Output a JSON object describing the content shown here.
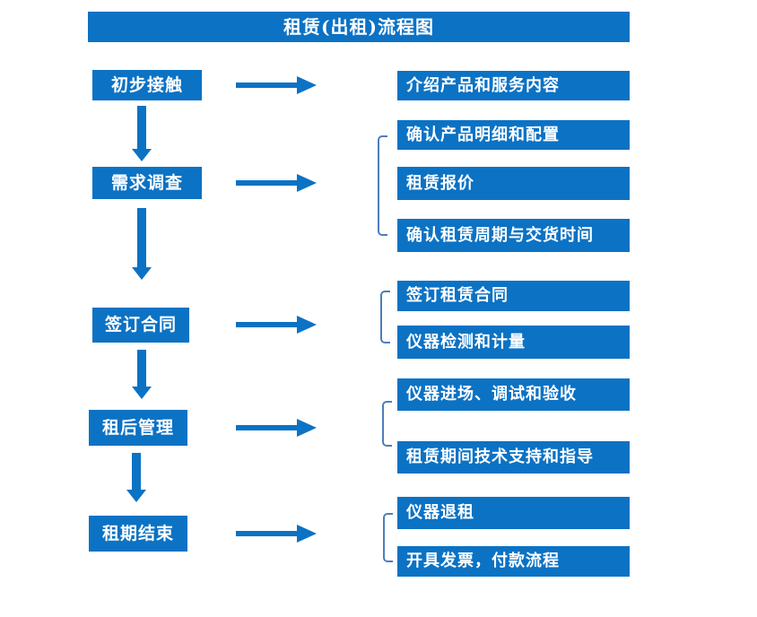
{
  "title": "租赁(出租)流程图",
  "colors": {
    "primary": "#0C72C4",
    "bracket": "#4D7EBD",
    "text-on-primary": "#FFFFFF",
    "canvas-bg": "#FFFFFF"
  },
  "steps": [
    {
      "label": "初步接触",
      "details": [
        "介绍产品和服务内容"
      ]
    },
    {
      "label": "需求调查",
      "details": [
        "确认产品明细和配置",
        "租赁报价",
        "确认租赁周期与交货时间"
      ]
    },
    {
      "label": "签订合同",
      "details": [
        "签订租赁合同",
        "仪器检测和计量"
      ]
    },
    {
      "label": "租后管理",
      "details": [
        "仪器进场、调试和验收",
        "租赁期间技术支持和指导"
      ]
    },
    {
      "label": "租期结束",
      "details": [
        "仪器退租",
        "开具发票，付款流程"
      ]
    }
  ]
}
